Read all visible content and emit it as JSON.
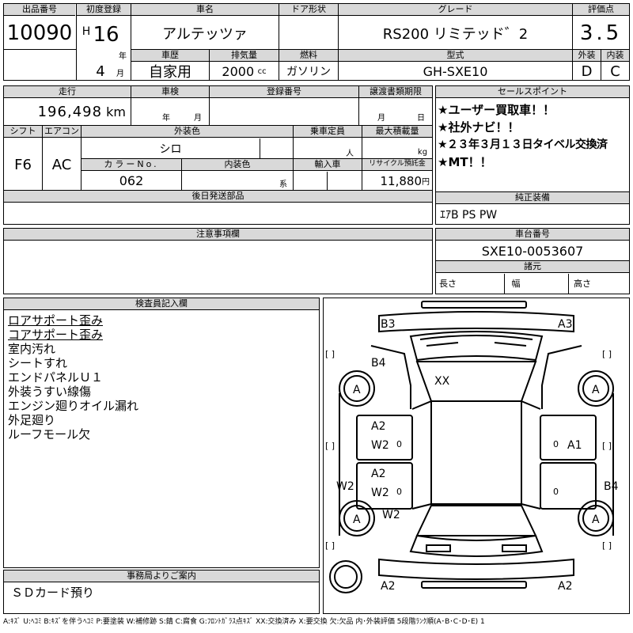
{
  "header": {
    "lot_label": "出品番号",
    "lot_value": "10090",
    "reg_label": "初度登録",
    "era": "H",
    "year": "16",
    "year_unit": "年",
    "month": "4",
    "month_unit": "月",
    "name_label": "車名",
    "name_value": "アルテッツァ",
    "door_label": "ドア形状",
    "door_value": "",
    "grade_label": "グレード",
    "grade_value": "RS200 リミテッド゛2",
    "score_label": "評価点",
    "score_value": "3.5",
    "history_label": "車歴",
    "history_value": "自家用",
    "displacement_label": "排気量",
    "displacement_value": "2000",
    "displacement_unit": "cc",
    "fuel_label": "燃料",
    "fuel_value": "ガソリン",
    "model_label": "型式",
    "model_value": "GH-SXE10",
    "ext_label": "外装",
    "ext_value": "D",
    "int_label": "内装",
    "int_value": "C"
  },
  "row2": {
    "mileage_label": "走行",
    "mileage_value": "196,498",
    "mileage_unit": "km",
    "inspection_label": "車検",
    "insp_year_unit": "年",
    "insp_month_unit": "月",
    "regno_label": "登録番号",
    "regno_value": "",
    "transfer_label": "譲渡書類期限",
    "transfer_month": "月",
    "transfer_day": "日",
    "shift_label": "シフト",
    "shift_value": "F6",
    "ac_label": "エアコン",
    "ac_value": "AC",
    "color_label": "外装色",
    "color_value": "シロ",
    "capacity_label": "乗車定員",
    "capacity_unit": "人",
    "load_label": "最大積載量",
    "load_unit": "kg",
    "colorno_label": "カラーNo.",
    "colorno_value": "062",
    "intcolor_label": "内装色",
    "intcolor_unit": "系",
    "import_label": "輸入車",
    "recycle_label": "リサイクル預託金",
    "recycle_value": "11,880",
    "recycle_unit": "円",
    "later_label": "後日発送部品"
  },
  "sales": {
    "label": "セールスポイント",
    "points": [
      "★ユーザー買取車！！",
      "★社外ナビ！！",
      "★２３年３月１３日タイベル交換済",
      "★MT！！"
    ]
  },
  "equipment": {
    "label": "純正装備",
    "value": "ｴｱB PS PW"
  },
  "caution": {
    "label": "注意事項欄"
  },
  "chassis": {
    "label": "車台番号",
    "value": "SXE10-0053607",
    "dims_label": "諸元",
    "length": "長さ",
    "width": "幅",
    "height": "高さ"
  },
  "inspector": {
    "label": "検査員記入欄",
    "notes": [
      "ロアサポート歪み",
      "コアサポート歪み",
      "室内汚れ",
      "シートすれ",
      "エンドパネルＵ１",
      "外装うすい線傷",
      "エンジン廻りオイル漏れ",
      "外足廻り",
      "ルーフモール欠"
    ]
  },
  "office": {
    "label": "事務局よりご案内",
    "value": "ＳＤカード預り"
  },
  "diagram": {
    "marks": {
      "b3": "B3",
      "a3": "A3",
      "b4_top": "B4",
      "xx": "XX",
      "a_tl": "A",
      "a_tr": "A",
      "a_bl": "A",
      "a_br": "A",
      "a2_1": "A2",
      "w2_1": "W2",
      "a2_2": "A2",
      "w2_2": "W2",
      "w2_3": "W2",
      "a1": "A1",
      "w2_left": "W2",
      "b4_right": "B4",
      "a2_bl": "A2",
      "a2_br": "A2",
      "zero_1": "0",
      "zero_2": "0",
      "zero_3": "0",
      "zero_4": "0",
      "bracket_l1": "[ ]",
      "bracket_r1": "[ ]",
      "bracket_l2": "[ ]",
      "bracket_r2": "[ ]",
      "bracket_l3": "[ ]",
      "bracket_r3": "[ ]"
    }
  },
  "footer": {
    "legend": "A:ｷｽﾞ U:ﾍｺﾐ B:ｷｽﾞを伴うﾍｺﾐ P:要塗装 W:補修跡 S:錆 C:腐食 G:ﾌﾛﾝﾄｶﾞﾗｽ点ｷｽﾞ XX:交換済み X:要交換 欠:欠品 内･外装評価 5段階ﾗﾝｸ順(A･B･C･D･E) 1"
  }
}
